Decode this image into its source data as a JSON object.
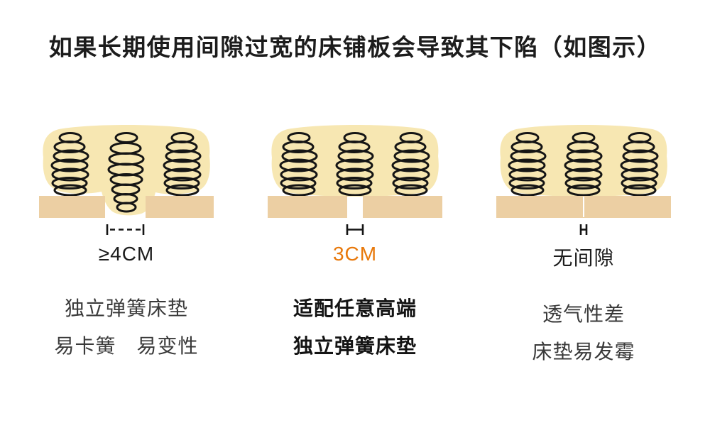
{
  "title": "如果长期使用间隙过宽的床铺板会导致其下陷（如图示）",
  "panels": [
    {
      "id": "wide-gap",
      "gap_label": "≥4CM",
      "desc_line1": "独立弹簧床垫",
      "desc_line2": "易卡簧　易变性",
      "emphasis": false
    },
    {
      "id": "ideal-gap",
      "gap_label": "3CM",
      "desc_line1": "适配任意高端",
      "desc_line2": "独立弹簧床垫",
      "emphasis": true
    },
    {
      "id": "no-gap",
      "gap_label": "无间隙",
      "desc_line1": "透气性差",
      "desc_line2": "床垫易发霉",
      "emphasis": false
    }
  ],
  "icons": {
    "spring": "coil-spring-icon",
    "sagging_spring": "sagging-coil-spring-icon",
    "mattress": "mattress-blob",
    "slat": "bed-slat",
    "measure": "gap-measure-mark"
  },
  "colors": {
    "mattress": "#f7e7b2",
    "slat": "#eccfa3",
    "spring": "#151515",
    "accent": "#e8780a",
    "text": "#303030"
  }
}
